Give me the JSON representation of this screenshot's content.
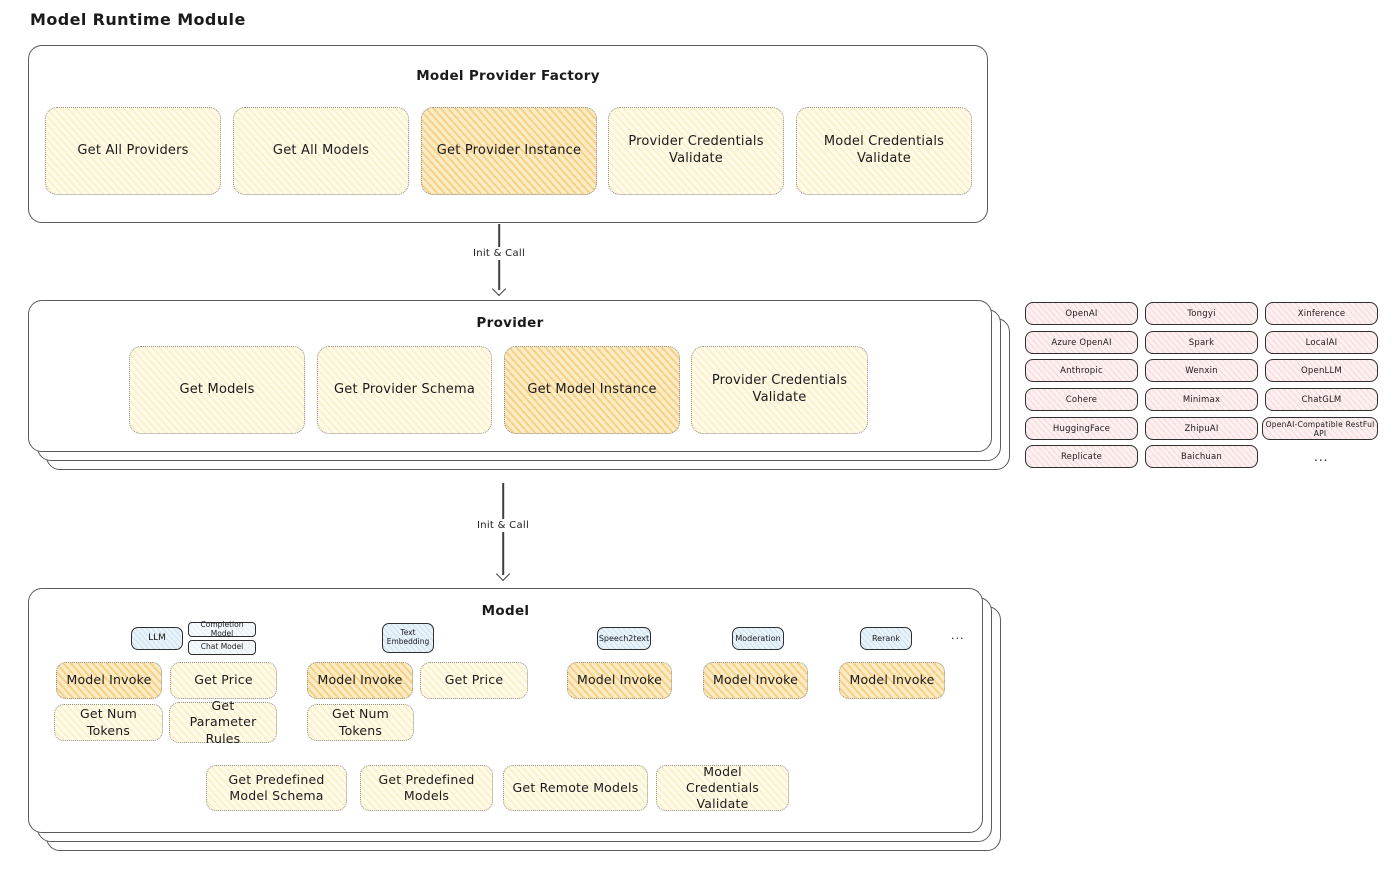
{
  "page_title": "Model Runtime Module",
  "factory": {
    "title": "Model Provider Factory",
    "buttons": [
      {
        "label": "Get All Providers",
        "highlighted": false
      },
      {
        "label": "Get All Models",
        "highlighted": false
      },
      {
        "label": "Get Provider Instance",
        "highlighted": true
      },
      {
        "label": "Provider Credentials Validate",
        "highlighted": false
      },
      {
        "label": "Model Credentials Validate",
        "highlighted": false
      }
    ]
  },
  "arrow1": {
    "label": "Init & Call"
  },
  "arrow2": {
    "label": "Init & Call"
  },
  "provider": {
    "title": "Provider",
    "buttons": [
      {
        "label": "Get Models",
        "highlighted": false
      },
      {
        "label": "Get Provider Schema",
        "highlighted": false
      },
      {
        "label": "Get Model Instance",
        "highlighted": true
      },
      {
        "label": "Provider Credentials Validate",
        "highlighted": false
      }
    ]
  },
  "providers_grid": {
    "items": [
      "OpenAI",
      "Tongyi",
      "Xinference",
      "Azure OpenAI",
      "Spark",
      "LocalAI",
      "Anthropic",
      "Wenxin",
      "OpenLLM",
      "Cohere",
      "Minimax",
      "ChatGLM",
      "HuggingFace",
      "ZhipuAI",
      "OpenAI-Compatible RestFul API",
      "Replicate",
      "Baichuan"
    ],
    "more": "..."
  },
  "model": {
    "title": "Model",
    "tags": [
      {
        "label": "LLM"
      },
      {
        "label": "Completion Model"
      },
      {
        "label": "Chat Model"
      },
      {
        "label": "Text Embedding"
      },
      {
        "label": "Speech2text"
      },
      {
        "label": "Moderation"
      },
      {
        "label": "Rerank"
      }
    ],
    "tags_more": "...",
    "row1": [
      {
        "label": "Model Invoke",
        "highlighted": true
      },
      {
        "label": "Get Price",
        "highlighted": false
      },
      {
        "label": "Model Invoke",
        "highlighted": true
      },
      {
        "label": "Get Price",
        "highlighted": false
      },
      {
        "label": "Model Invoke",
        "highlighted": true
      },
      {
        "label": "Model Invoke",
        "highlighted": true
      },
      {
        "label": "Model Invoke",
        "highlighted": true
      }
    ],
    "row2": [
      {
        "label": "Get Num Tokens"
      },
      {
        "label": "Get Parameter Rules"
      },
      {
        "label": "Get Num Tokens"
      }
    ],
    "row3": [
      {
        "label": "Get Predefined Model Schema"
      },
      {
        "label": "Get Predefined Models"
      },
      {
        "label": "Get Remote Models"
      },
      {
        "label": "Model Credentials Validate"
      }
    ]
  },
  "colors": {
    "highlight_fill": "#fcecc4",
    "highlight_hatch": "#f0b24c",
    "cream_fill": "#fffbe9",
    "pink_fill": "#fdf0f0",
    "blue_tag_fill": "#e9f3fa",
    "container_border": "#5b5b5b",
    "text": "#1b1b1b"
  }
}
